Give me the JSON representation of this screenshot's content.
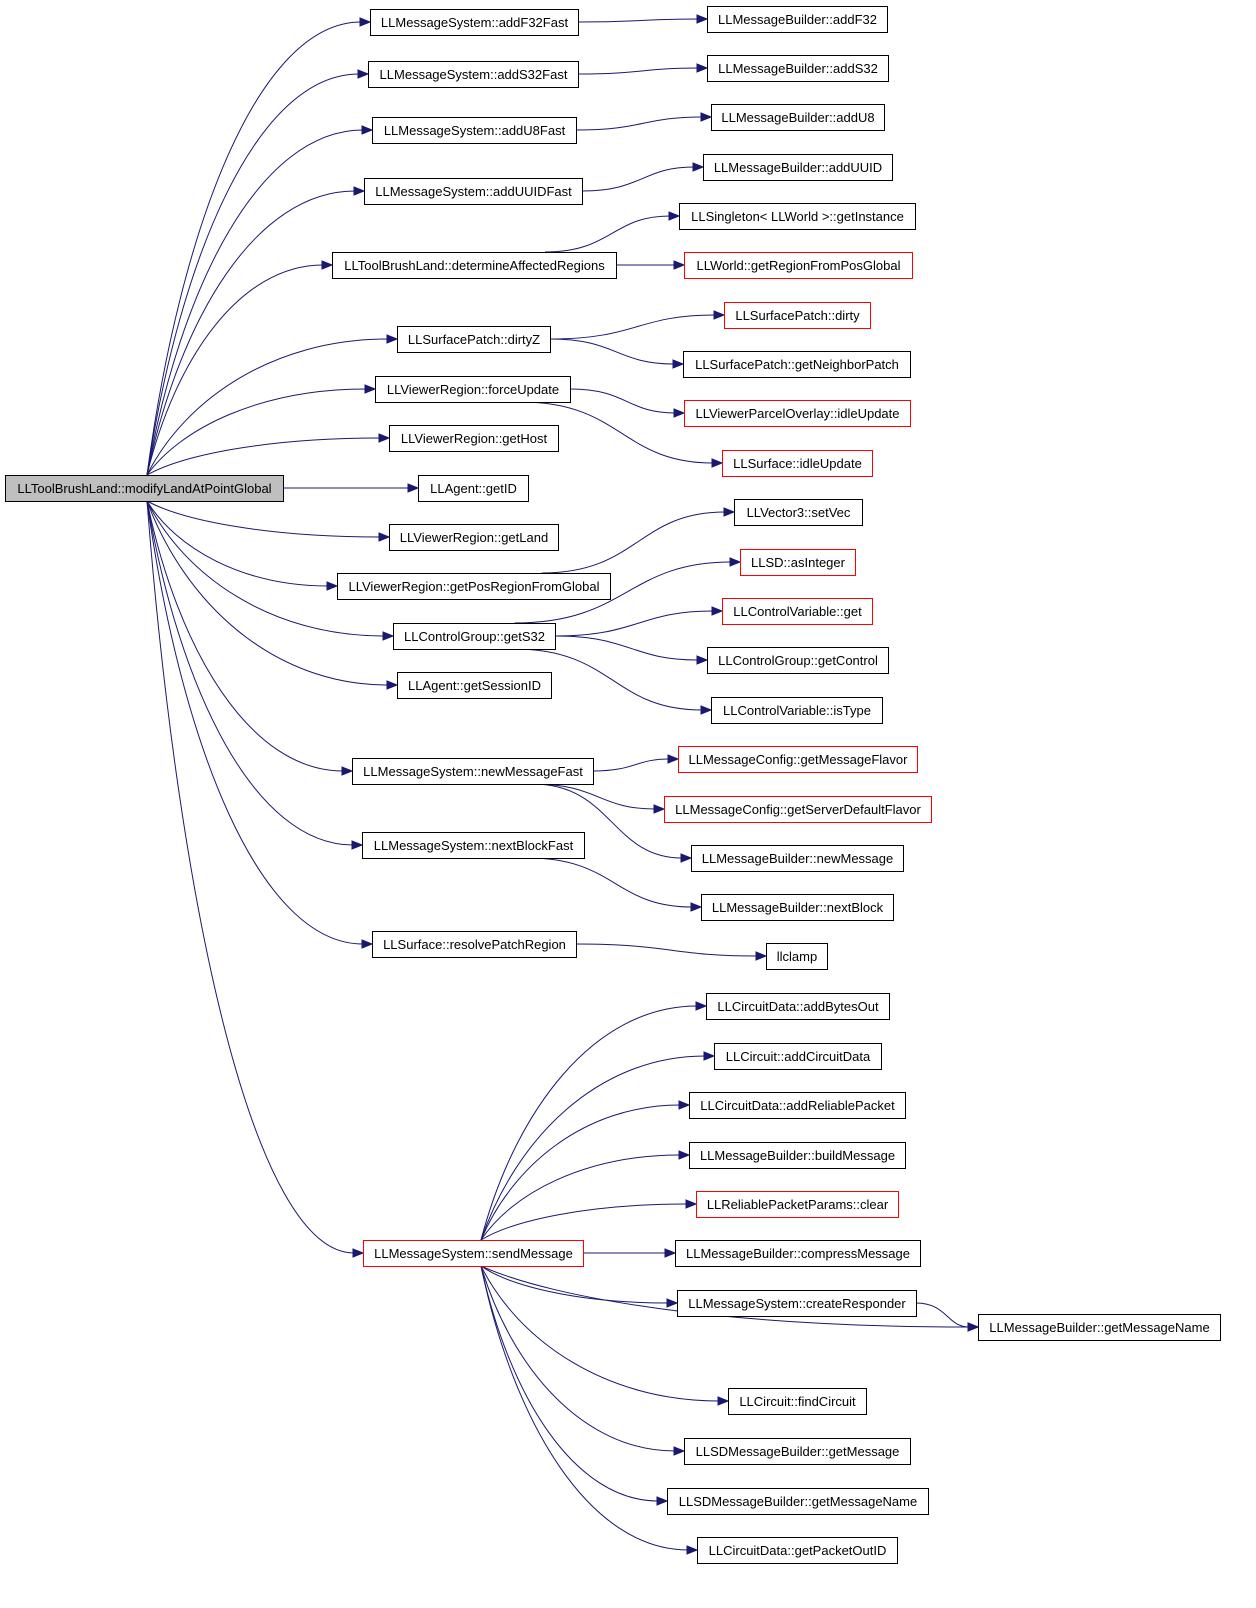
{
  "diagram": {
    "colors": {
      "edge": "#191970",
      "root_fill": "#bfbfbf",
      "node_border": "#000000",
      "truncated_border": "#ff0000",
      "background": "#ffffff"
    },
    "nodes": [
      {
        "id": "root",
        "label": "LLToolBrushLand::modifyLandAtPointGlobal",
        "root": true
      },
      {
        "id": "ms_addF32Fast",
        "label": "LLMessageSystem::addF32Fast"
      },
      {
        "id": "mb_addF32",
        "label": "LLMessageBuilder::addF32"
      },
      {
        "id": "ms_addS32Fast",
        "label": "LLMessageSystem::addS32Fast"
      },
      {
        "id": "mb_addS32",
        "label": "LLMessageBuilder::addS32"
      },
      {
        "id": "ms_addU8Fast",
        "label": "LLMessageSystem::addU8Fast"
      },
      {
        "id": "mb_addU8",
        "label": "LLMessageBuilder::addU8"
      },
      {
        "id": "ms_addUUIDFast",
        "label": "LLMessageSystem::addUUIDFast"
      },
      {
        "id": "mb_addUUID",
        "label": "LLMessageBuilder::addUUID"
      },
      {
        "id": "singleton",
        "label": "LLSingleton< LLWorld >::getInstance"
      },
      {
        "id": "tbl_determine",
        "label": "LLToolBrushLand::determineAffectedRegions"
      },
      {
        "id": "world_getRegion",
        "label": "LLWorld::getRegionFromPosGlobal",
        "truncated": true
      },
      {
        "id": "sp_dirty",
        "label": "LLSurfacePatch::dirty",
        "truncated": true
      },
      {
        "id": "sp_dirtyZ",
        "label": "LLSurfacePatch::dirtyZ"
      },
      {
        "id": "sp_getNeighbor",
        "label": "LLSurfacePatch::getNeighborPatch"
      },
      {
        "id": "vr_forceUpdate",
        "label": "LLViewerRegion::forceUpdate"
      },
      {
        "id": "vpo_idleUpdate",
        "label": "LLViewerParcelOverlay::idleUpdate",
        "truncated": true
      },
      {
        "id": "vr_getHost",
        "label": "LLViewerRegion::getHost"
      },
      {
        "id": "surface_idleUpdate",
        "label": "LLSurface::idleUpdate",
        "truncated": true
      },
      {
        "id": "agent_getID",
        "label": "LLAgent::getID"
      },
      {
        "id": "vec3_setVec",
        "label": "LLVector3::setVec"
      },
      {
        "id": "vr_getLand",
        "label": "LLViewerRegion::getLand"
      },
      {
        "id": "llsd_asInteger",
        "label": "LLSD::asInteger",
        "truncated": true
      },
      {
        "id": "vr_getPosRegion",
        "label": "LLViewerRegion::getPosRegionFromGlobal"
      },
      {
        "id": "cv_get",
        "label": "LLControlVariable::get",
        "truncated": true
      },
      {
        "id": "cg_getS32",
        "label": "LLControlGroup::getS32"
      },
      {
        "id": "cg_getControl",
        "label": "LLControlGroup::getControl"
      },
      {
        "id": "agent_getSessionID",
        "label": "LLAgent::getSessionID"
      },
      {
        "id": "cv_isType",
        "label": "LLControlVariable::isType"
      },
      {
        "id": "mc_getFlavor",
        "label": "LLMessageConfig::getMessageFlavor",
        "truncated": true
      },
      {
        "id": "ms_newMessageFast",
        "label": "LLMessageSystem::newMessageFast"
      },
      {
        "id": "mc_getServerDefault",
        "label": "LLMessageConfig::getServerDefaultFlavor",
        "truncated": true
      },
      {
        "id": "ms_nextBlockFast",
        "label": "LLMessageSystem::nextBlockFast"
      },
      {
        "id": "mb_newMessage",
        "label": "LLMessageBuilder::newMessage"
      },
      {
        "id": "mb_nextBlock",
        "label": "LLMessageBuilder::nextBlock"
      },
      {
        "id": "surface_resolve",
        "label": "LLSurface::resolvePatchRegion"
      },
      {
        "id": "llclamp",
        "label": "llclamp"
      },
      {
        "id": "cd_addBytesOut",
        "label": "LLCircuitData::addBytesOut"
      },
      {
        "id": "circuit_addCircuitData",
        "label": "LLCircuit::addCircuitData"
      },
      {
        "id": "cd_addReliable",
        "label": "LLCircuitData::addReliablePacket"
      },
      {
        "id": "mb_buildMessage",
        "label": "LLMessageBuilder::buildMessage"
      },
      {
        "id": "rpp_clear",
        "label": "LLReliablePacketParams::clear",
        "truncated": true
      },
      {
        "id": "ms_sendMessage",
        "label": "LLMessageSystem::sendMessage",
        "truncated": true
      },
      {
        "id": "mb_compress",
        "label": "LLMessageBuilder::compressMessage"
      },
      {
        "id": "ms_createResponder",
        "label": "LLMessageSystem::createResponder"
      },
      {
        "id": "mb_getMessageName",
        "label": "LLMessageBuilder::getMessageName"
      },
      {
        "id": "circuit_find",
        "label": "LLCircuit::findCircuit"
      },
      {
        "id": "sdmb_getMessage",
        "label": "LLSDMessageBuilder::getMessage"
      },
      {
        "id": "sdmb_getMessageName",
        "label": "LLSDMessageBuilder::getMessageName"
      },
      {
        "id": "cd_getPacketOutID",
        "label": "LLCircuitData::getPacketOutID"
      }
    ],
    "edges": [
      [
        "root",
        "ms_addF32Fast"
      ],
      [
        "root",
        "ms_addS32Fast"
      ],
      [
        "root",
        "ms_addU8Fast"
      ],
      [
        "root",
        "ms_addUUIDFast"
      ],
      [
        "root",
        "tbl_determine"
      ],
      [
        "root",
        "sp_dirtyZ"
      ],
      [
        "root",
        "vr_forceUpdate"
      ],
      [
        "root",
        "vr_getHost"
      ],
      [
        "root",
        "agent_getID"
      ],
      [
        "root",
        "vr_getLand"
      ],
      [
        "root",
        "vr_getPosRegion"
      ],
      [
        "root",
        "cg_getS32"
      ],
      [
        "root",
        "agent_getSessionID"
      ],
      [
        "root",
        "ms_newMessageFast"
      ],
      [
        "root",
        "ms_nextBlockFast"
      ],
      [
        "root",
        "surface_resolve"
      ],
      [
        "root",
        "ms_sendMessage"
      ],
      [
        "ms_addF32Fast",
        "mb_addF32"
      ],
      [
        "ms_addS32Fast",
        "mb_addS32"
      ],
      [
        "ms_addU8Fast",
        "mb_addU8"
      ],
      [
        "ms_addUUIDFast",
        "mb_addUUID"
      ],
      [
        "tbl_determine",
        "singleton"
      ],
      [
        "tbl_determine",
        "world_getRegion"
      ],
      [
        "sp_dirtyZ",
        "sp_dirty"
      ],
      [
        "sp_dirtyZ",
        "sp_getNeighbor"
      ],
      [
        "vr_forceUpdate",
        "vpo_idleUpdate"
      ],
      [
        "vr_forceUpdate",
        "surface_idleUpdate"
      ],
      [
        "vr_getPosRegion",
        "vec3_setVec"
      ],
      [
        "cg_getS32",
        "llsd_asInteger"
      ],
      [
        "cg_getS32",
        "cv_get"
      ],
      [
        "cg_getS32",
        "cg_getControl"
      ],
      [
        "cg_getS32",
        "cv_isType"
      ],
      [
        "ms_newMessageFast",
        "mc_getFlavor"
      ],
      [
        "ms_newMessageFast",
        "mc_getServerDefault"
      ],
      [
        "ms_newMessageFast",
        "mb_newMessage"
      ],
      [
        "ms_nextBlockFast",
        "mb_nextBlock"
      ],
      [
        "surface_resolve",
        "llclamp"
      ],
      [
        "ms_sendMessage",
        "cd_addBytesOut"
      ],
      [
        "ms_sendMessage",
        "circuit_addCircuitData"
      ],
      [
        "ms_sendMessage",
        "cd_addReliable"
      ],
      [
        "ms_sendMessage",
        "mb_buildMessage"
      ],
      [
        "ms_sendMessage",
        "rpp_clear"
      ],
      [
        "ms_sendMessage",
        "mb_compress"
      ],
      [
        "ms_sendMessage",
        "ms_createResponder"
      ],
      [
        "ms_sendMessage",
        "mb_getMessageName"
      ],
      [
        "ms_createResponder",
        "mb_getMessageName"
      ],
      [
        "ms_sendMessage",
        "circuit_find"
      ],
      [
        "ms_sendMessage",
        "sdmb_getMessage"
      ],
      [
        "ms_sendMessage",
        "sdmb_getMessageName"
      ],
      [
        "ms_sendMessage",
        "cd_getPacketOutID"
      ]
    ]
  }
}
